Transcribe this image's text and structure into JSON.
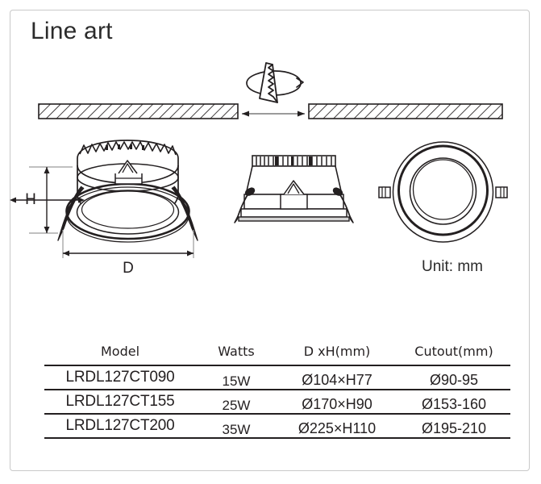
{
  "sheet": {
    "title": "Line art",
    "unit_label": "Unit: mm",
    "border_color": "#c9c9c9",
    "line_color": "#231f20"
  },
  "dimension_labels": {
    "height": "H",
    "diameter": "D"
  },
  "diagrams": [
    {
      "name": "ceiling-cutout-drilling",
      "description": "hole saw drilling a cutout through a hatched ceiling panel"
    },
    {
      "name": "downlight-perspective-view",
      "description": "perspective view of recessed downlight with heatsink fins, mounting springs and reflector, annotated with H and D"
    },
    {
      "name": "downlight-side-section-view",
      "description": "side elevation / section view of downlight with fins and mounting springs"
    },
    {
      "name": "downlight-bottom-view",
      "description": "bottom plan view showing concentric trim rings and two spring tabs"
    }
  ],
  "table": {
    "headers": [
      "Model",
      "Watts",
      "D xH(mm)",
      "Cutout(mm)"
    ],
    "rows": [
      {
        "model": "LRDL127CT090",
        "watts": "15W",
        "dxh": "Ø104×H77",
        "cutout": "Ø90-95"
      },
      {
        "model": "LRDL127CT155",
        "watts": "25W",
        "dxh": "Ø170×H90",
        "cutout": "Ø153-160"
      },
      {
        "model": "LRDL127CT200",
        "watts": "35W",
        "dxh": "Ø225×H110",
        "cutout": "Ø195-210"
      }
    ]
  }
}
